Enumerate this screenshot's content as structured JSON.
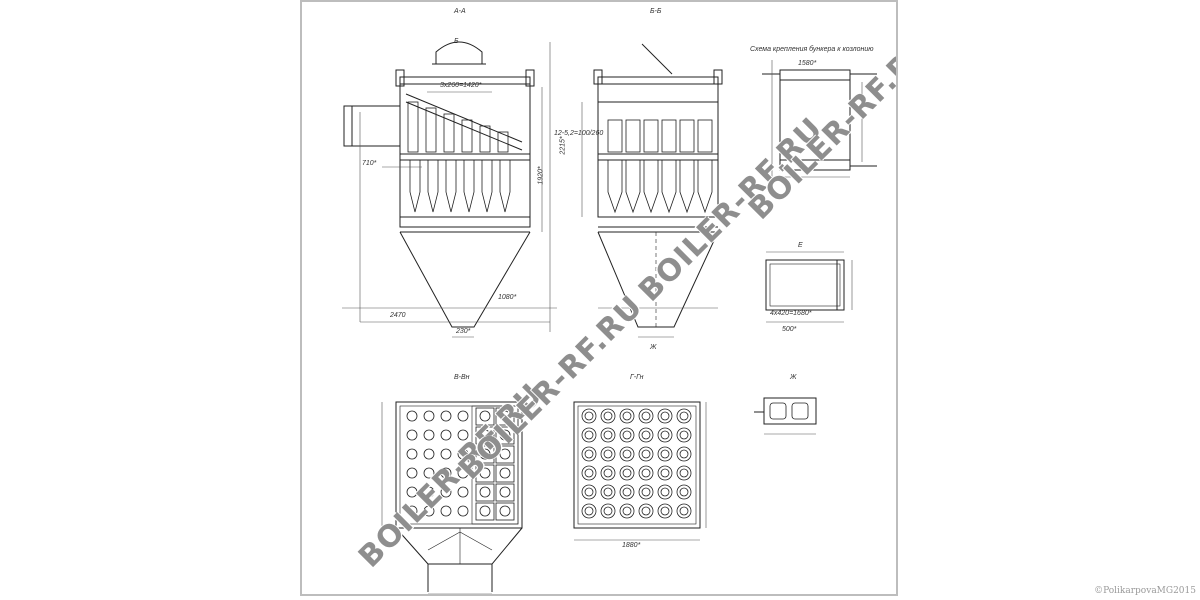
{
  "drawing": {
    "views": {
      "section_aa": "A-A",
      "section_bb": "Б-Б",
      "callout_b": "Б",
      "callout_x": "Ж",
      "mounting_scheme": "Схема крепления бункера к козлонию",
      "view_ex": "Е",
      "view_x": "Ж",
      "section_vv": "В-Вн",
      "section_gg": "Г-Гн"
    },
    "dimensions": {
      "d_3x260": "3x260=1420*",
      "d_710": "710*",
      "d_2470": "2470",
      "d_1080": "1080*",
      "d_230": "230*",
      "d_2215": "2215*",
      "d_1920": "1920*",
      "d_12x": "12-5,2=100/260",
      "d_1580": "1580*",
      "d_500": "500*",
      "d_4x420": "4х420=1680*",
      "d_1880": "1880*"
    }
  },
  "watermarks": [
    "BOILER-RF.RU",
    "BOILER-RF.RU",
    "BOILER-RF.RU",
    "BOILER-RF.RU"
  ],
  "copyright": "©PolikarpovaMG2015"
}
